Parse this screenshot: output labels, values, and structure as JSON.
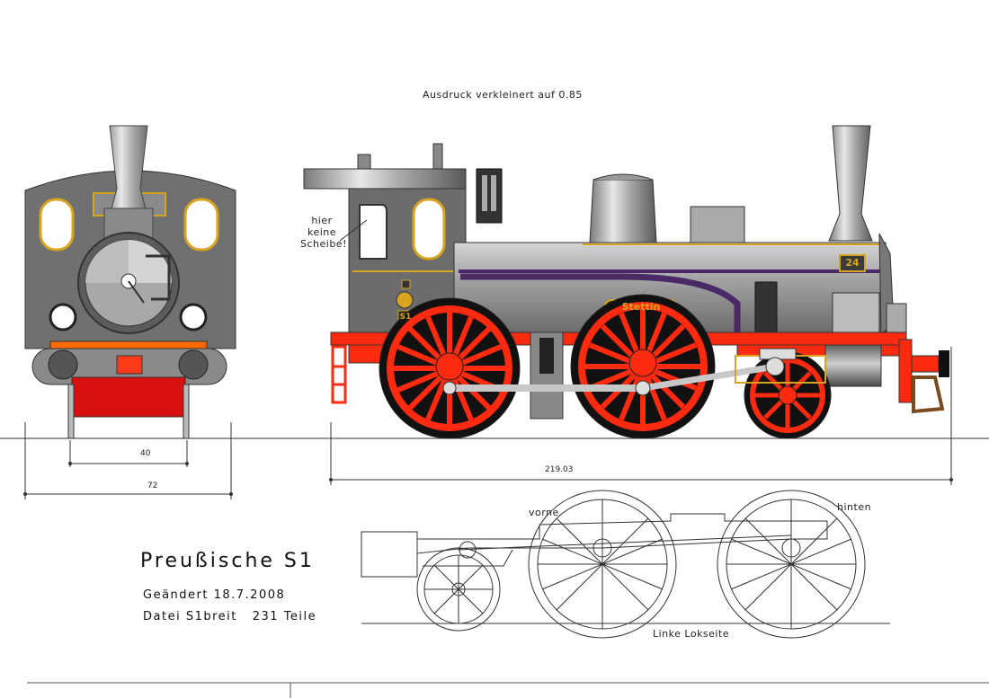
{
  "drawing": {
    "print_note": "Ausdruck verkleinert auf 0.85",
    "annotation": [
      "hier",
      "keine",
      "Scheibe!"
    ],
    "nameplate": "Stettin",
    "number_plate": "24",
    "class_plate": "S1",
    "dimensions": {
      "front_inner": "40",
      "front_outer": "72",
      "length": "219.03"
    },
    "chassis_labels": {
      "front": "vorne",
      "rear": "hinten",
      "side": "Linke Lokseite"
    },
    "title": "Preußische S1",
    "changed": "Geändert 18.7.2008",
    "file_info": "Datei S1breit   231 Teile",
    "colors": {
      "frame_red": "#ff2a10",
      "body_gray": "#6f6f6f",
      "brass": "#d8a420",
      "purple": "#4a2a66",
      "wheel_black": "#111111"
    }
  }
}
